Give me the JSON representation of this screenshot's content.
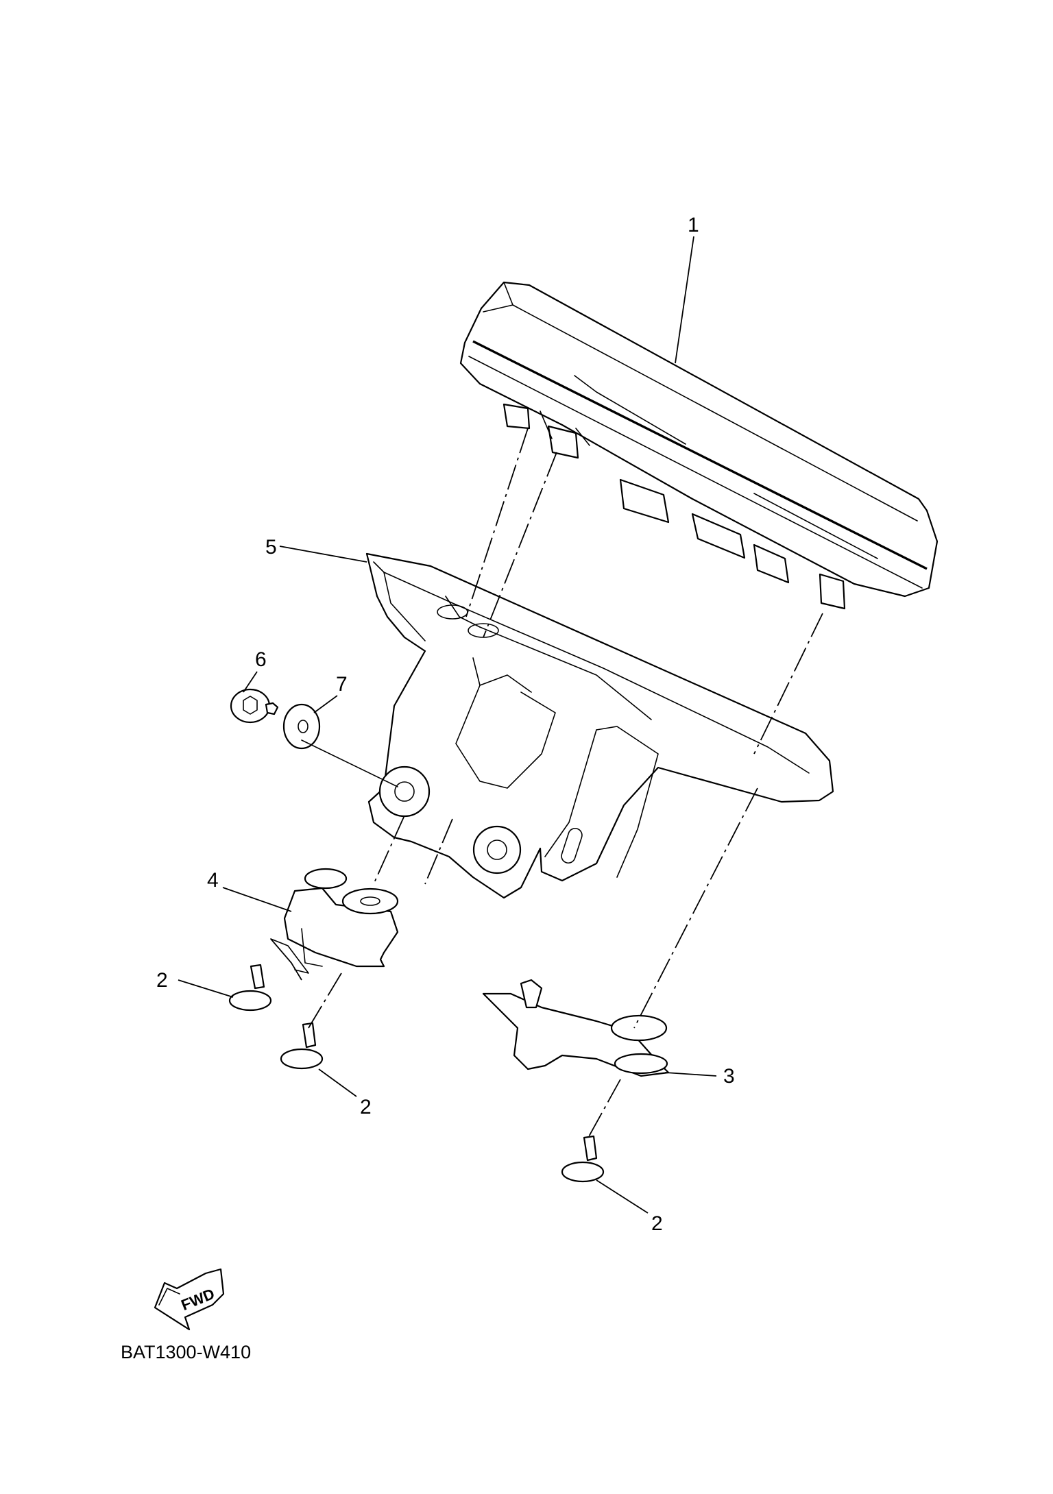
{
  "diagram_code": "BAT1300-W410",
  "fwd_label": "FWD",
  "callouts": {
    "c1": "1",
    "c2a": "2",
    "c2b": "2",
    "c2c": "2",
    "c3": "3",
    "c4": "4",
    "c5": "5",
    "c6": "6",
    "c7": "7"
  }
}
